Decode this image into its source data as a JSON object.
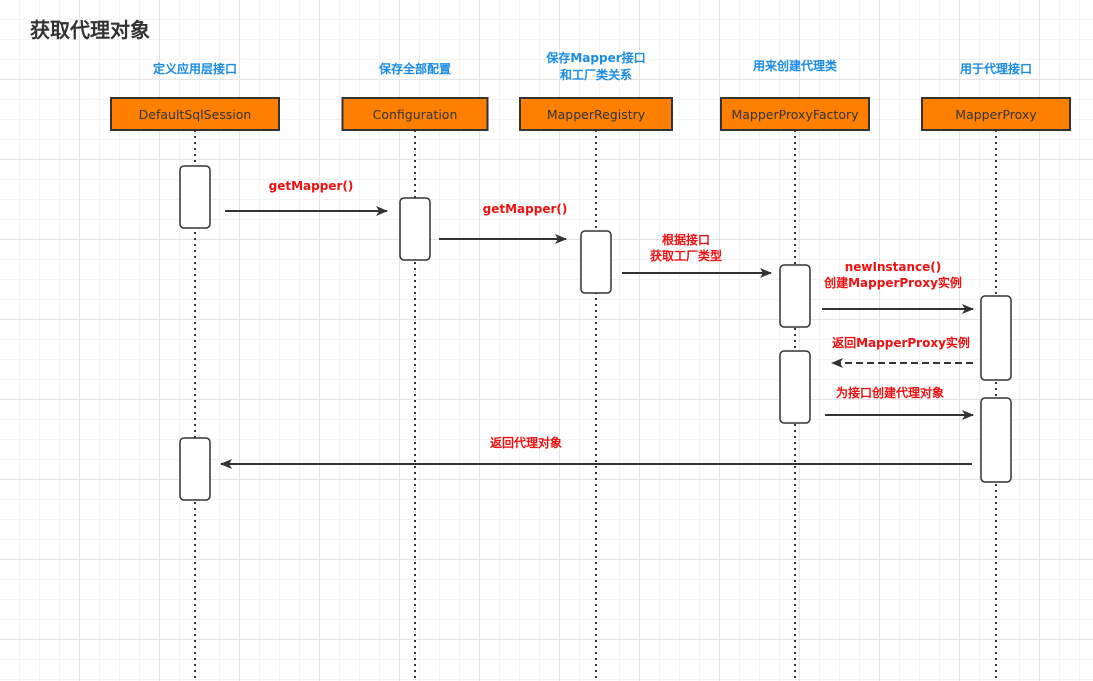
{
  "title": "获取代理对象",
  "colors": {
    "note": "#1a8ce6",
    "message": "#ee1111",
    "header_fill": "#ff8000",
    "header_stroke": "#333333",
    "line": "#333333"
  },
  "participants": [
    {
      "name": "DefaultSqlSession",
      "note": [
        "定义应用层接口"
      ]
    },
    {
      "name": "Configuration",
      "note": [
        "保存全部配置"
      ]
    },
    {
      "name": "MapperRegistry",
      "note": [
        "保存Mapper接口",
        "和工厂类关系"
      ]
    },
    {
      "name": "MapperProxyFactory",
      "note": [
        "用来创建代理类"
      ]
    },
    {
      "name": "MapperProxy",
      "note": [
        "用于代理接口"
      ]
    }
  ],
  "messages": [
    {
      "from": 0,
      "to": 1,
      "label": [
        "getMapper()"
      ],
      "style": "solid"
    },
    {
      "from": 1,
      "to": 2,
      "label": [
        "getMapper()"
      ],
      "style": "solid"
    },
    {
      "from": 2,
      "to": 3,
      "label": [
        "根据接口",
        "获取工厂类型"
      ],
      "style": "solid"
    },
    {
      "from": 3,
      "to": 4,
      "label": [
        "newInstance()",
        "创建MapperProxy实例"
      ],
      "style": "solid"
    },
    {
      "from": 4,
      "to": 3,
      "label": [
        "返回MapperProxy实例"
      ],
      "style": "dashed"
    },
    {
      "from": 3,
      "to": 4,
      "label": [
        "为接口创建代理对象"
      ],
      "style": "solid"
    },
    {
      "from": 4,
      "to": 0,
      "label": [
        "返回代理对象"
      ],
      "style": "solid"
    }
  ]
}
